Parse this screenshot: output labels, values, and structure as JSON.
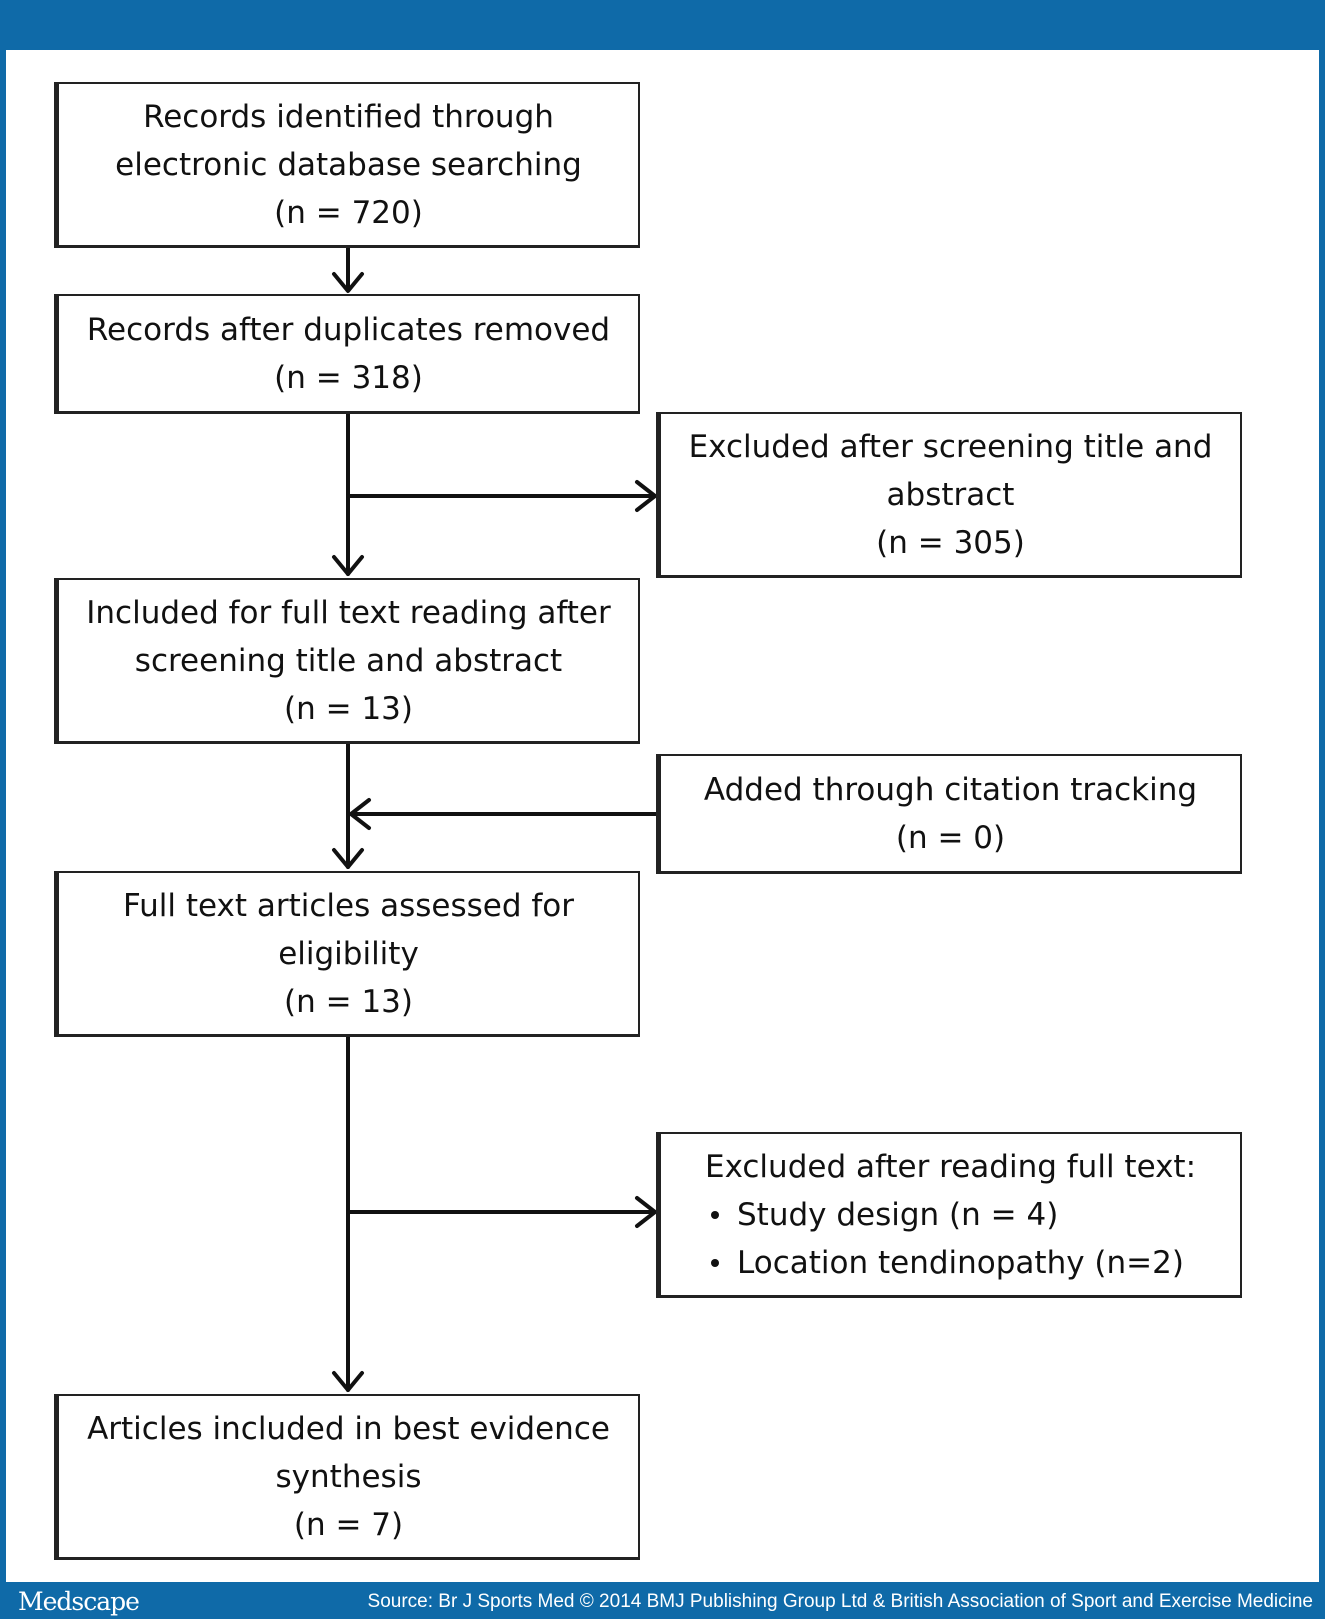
{
  "colors": {
    "brand": "#0f6aa8",
    "line": "#222222"
  },
  "footer": {
    "logo": "Medscape",
    "source": "Source: Br J Sports Med © 2014 BMJ Publishing Group Ltd & British Association of Sport and Exercise Medicine"
  },
  "boxes": {
    "identified": [
      "Records identified through",
      "electronic database searching",
      "(n = 720)"
    ],
    "after_duplicates": [
      "Records after duplicates removed",
      "(n = 318)"
    ],
    "excluded_screening": [
      "Excluded after screening title and",
      "abstract",
      "(n = 305)"
    ],
    "included_full_text": [
      "Included for full text reading after",
      "screening title and abstract",
      "(n = 13)"
    ],
    "citation_tracking": [
      "Added through citation tracking",
      "(n = 0)"
    ],
    "assessed_eligibility": [
      "Full text articles assessed for",
      "eligibility",
      "(n = 13)"
    ],
    "excluded_full_text": {
      "heading": "Excluded after reading full text:",
      "items": [
        "Study design (n = 4)",
        "Location tendinopathy (n=2)"
      ]
    },
    "included_synthesis": [
      "Articles included in best evidence",
      "synthesis",
      "(n = 7)"
    ]
  }
}
